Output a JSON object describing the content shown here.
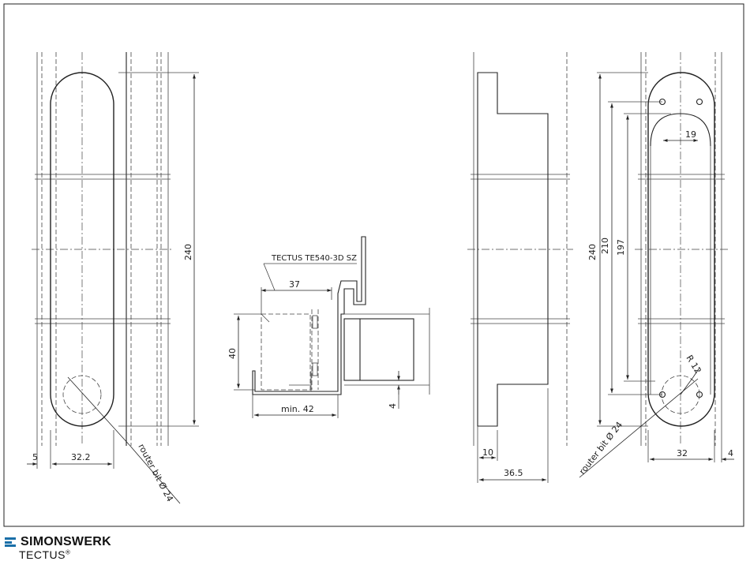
{
  "drawing": {
    "left_view": {
      "dim_width_left": "5",
      "dim_width": "32.2",
      "dim_height": "240",
      "router_note": "router bit Ø 24"
    },
    "section_view": {
      "product_label": "TECTUS TE540-3D SZ",
      "dim_37": "37",
      "dim_40": "40",
      "dim_min42": "min. 42",
      "dim_4": "4"
    },
    "side_view": {
      "dim_10": "10",
      "dim_36_5": "36.5"
    },
    "right_view": {
      "dim_240": "240",
      "dim_210": "210",
      "dim_197": "197",
      "dim_19": "19",
      "dim_r12": "R 12",
      "dim_32": "32",
      "dim_4": "4",
      "router_note": "router bit Ø 24"
    }
  },
  "brand": {
    "name": "SIMONSWERK",
    "product": "TECTUS",
    "registered": "®",
    "color": "#1a6fa8"
  }
}
